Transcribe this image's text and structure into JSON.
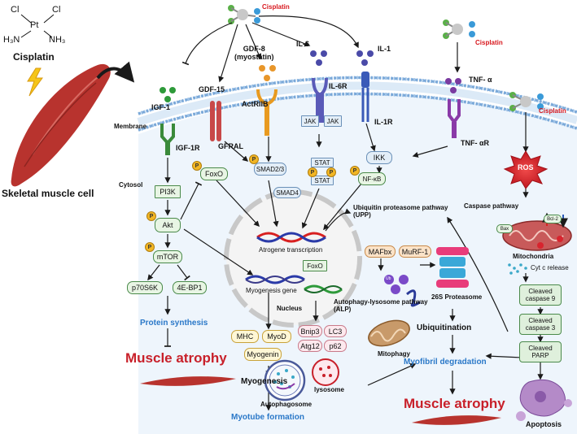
{
  "cisplatin": {
    "formula_cl_left": "Cl",
    "formula_cl_right": "Cl",
    "formula_pt": "Pt",
    "formula_h3n": "H₃N",
    "formula_nh3": "NH₃",
    "name": "Cisplatin",
    "label_top": "Cisplatin",
    "label_right_top": "Cisplatin",
    "label_right_mid": "Cisplatin"
  },
  "cell": {
    "skeletal_label": "Skeletal muscle cell",
    "membrane": "Membrane",
    "cytosol": "Cytosol",
    "nucleus": "Nucleus"
  },
  "ligands": {
    "igf1": "IGF-1",
    "gdf15": "GDF-15",
    "gdf8": "GDF-8\n(myostatin)",
    "il6": "IL-6",
    "il1": "IL-1",
    "tnfa": "TNF- α"
  },
  "receptors": {
    "igf1r": "IGF-1R",
    "gfral": "GFRAL",
    "actriib": "ActRIIB",
    "il6r": "IL-6R",
    "il1r": "IL-1R",
    "tnfar": "TNF- αR",
    "jak": "JAK",
    "stat": "STAT",
    "p": "P"
  },
  "signaling": {
    "pi3k": "PI3K",
    "akt": "Akt",
    "mtor": "mTOR",
    "p70s6k": "p70S6K",
    "ebp1": "4E-BP1",
    "foxo": "FoxO",
    "smad23": "SMAD2/3",
    "smad4": "SMAD4",
    "ikk": "IKK",
    "nfkb": "NF-κB"
  },
  "nucleus": {
    "atrogene": "Atrogene transcription",
    "myogenesis_gene": "Myogenesis gene",
    "foxo": "FoxO"
  },
  "outcomes": {
    "protein_synthesis": "Protein synthesis",
    "muscle_atrophy_left": "Muscle atrophy",
    "muscle_atrophy_center": "Muscle atrophy",
    "mhc": "MHC",
    "myod": "MyoD",
    "myogenin": "Myogenin",
    "myogenesis": "Myogenesis",
    "myotube": "Myotube formation"
  },
  "upp": {
    "title": "Ubiquitin proteasome pathway\n(UPP)",
    "mafbx": "MAFbx",
    "murf1": "MuRF-1",
    "ub": "Ub",
    "proteasome": "26S Proteasome",
    "ubiquitination": "Ubiquitination",
    "myofibril": "Myofibril degradation"
  },
  "alp": {
    "title": "Autophagy-lysosome pathway\n(ALP)",
    "bnip3": "Bnip3",
    "lc3": "LC3",
    "atg12": "Atg12",
    "p62": "p62",
    "mitophagy": "Mitophagy",
    "autophagosome": "Autophagosome",
    "lysosome": "lysosome"
  },
  "apoptosis": {
    "ros": "ROS",
    "caspase_pathway": "Caspase pathway",
    "bax": "Bax",
    "bcl2": "Bcl-2",
    "mitochondria": "Mitochondria",
    "cytc": "Cyt c release",
    "casp9": "Cleaved\ncaspase 9",
    "casp3": "Cleaved\ncaspase 3",
    "parp": "Cleaved\nPARP",
    "apoptosis": "Apoptosis"
  },
  "colors": {
    "membrane": "#7aa8d8",
    "cytosol": "#eef5fc",
    "arrow": "#1a1a1a",
    "muscle": "#b8332e",
    "ros": "#d8242e",
    "title_blue": "#2a78c8",
    "title_red": "#c8202a"
  }
}
